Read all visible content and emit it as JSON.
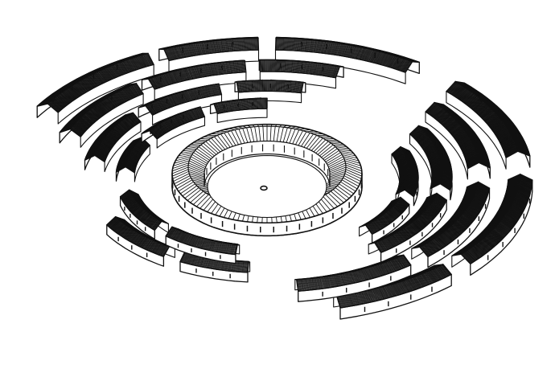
{
  "illustration": {
    "subject": "",
    "colors": {
      "background": "#ffffff",
      "ink": "#111111",
      "paper": "#ffffff"
    },
    "elements": {
      "central_ring": "central-ring-building",
      "courtyard": "courtyard",
      "well": "well-icon",
      "rings": [
        "inner-ring",
        "middle-ring",
        "outer-ring",
        "outermost-ring"
      ]
    }
  }
}
